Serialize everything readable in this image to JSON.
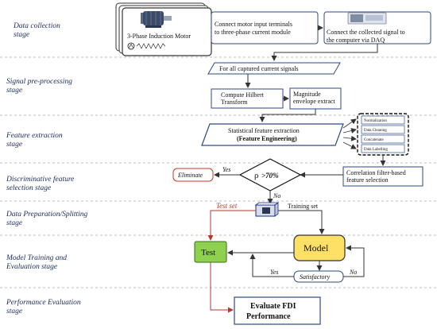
{
  "stages": [
    {
      "id": "s1",
      "label_lines": [
        "Data collection",
        "stage"
      ]
    },
    {
      "id": "s2",
      "label_lines": [
        "Signal pre-processing",
        "stage"
      ]
    },
    {
      "id": "s3",
      "label_lines": [
        "Feature extraction",
        "stage"
      ]
    },
    {
      "id": "s4",
      "label_lines": [
        "Discriminative feature",
        "selection stage"
      ]
    },
    {
      "id": "s5",
      "label_lines": [
        "Data Preparation/Splitting",
        "stage"
      ]
    },
    {
      "id": "s6",
      "label_lines": [
        "Model Training and",
        "Evaluation stage"
      ]
    },
    {
      "id": "s7",
      "label_lines": [
        "Performance Evaluation",
        "stage"
      ]
    }
  ],
  "nodes": {
    "motor": {
      "label": "3-Phase Induction Motor"
    },
    "connect_terminals": {
      "lines": [
        "Connect motor input terminals",
        "to three-phase current module"
      ]
    },
    "connect_daq": {
      "lines": [
        "Connect the collected signal to",
        "the computer via DAQ"
      ]
    },
    "all_signals": {
      "label": "For all captured current signals"
    },
    "hilbert": {
      "lines": [
        "Compute Hilbert",
        "Transform"
      ]
    },
    "magnitude": {
      "lines": [
        "Magnitude",
        "envelope extract"
      ]
    },
    "feature_extraction": {
      "lines": [
        "Statistical feature extraction",
        "(Feature Engineering)"
      ]
    },
    "feature_steps": [
      "Normalization",
      "Data Cleaning",
      "Concatenate",
      "Data Labelling"
    ],
    "correlation": {
      "lines": [
        "Correlation filter-based",
        "feature selection"
      ]
    },
    "decision": {
      "symbol": "ρ",
      "label": ">70%"
    },
    "eliminate": {
      "label": "Eliminate"
    },
    "test": {
      "label": "Test"
    },
    "model": {
      "label": "Model"
    },
    "satisfactory": {
      "label": "Satisfactory"
    },
    "evaluate": {
      "lines": [
        "Evaluate FDI",
        "Performance"
      ]
    }
  },
  "edge_labels": {
    "yes_eliminate": "Yes",
    "no_decision": "No",
    "test_set": "Test set",
    "training_set": "Training set",
    "yes_satisfactory": "Yes",
    "no_satisfactory": "No"
  },
  "colors": {
    "stage_text": "#1a2a5a",
    "box_stroke": "#2e4a86",
    "arrow": "#333333",
    "test_fill": "#8fd14f",
    "model_fill": "#ffe066",
    "eliminate_stroke": "#c0392b",
    "test_set_text": "#c0392b",
    "test_path": "#b03a2e"
  }
}
